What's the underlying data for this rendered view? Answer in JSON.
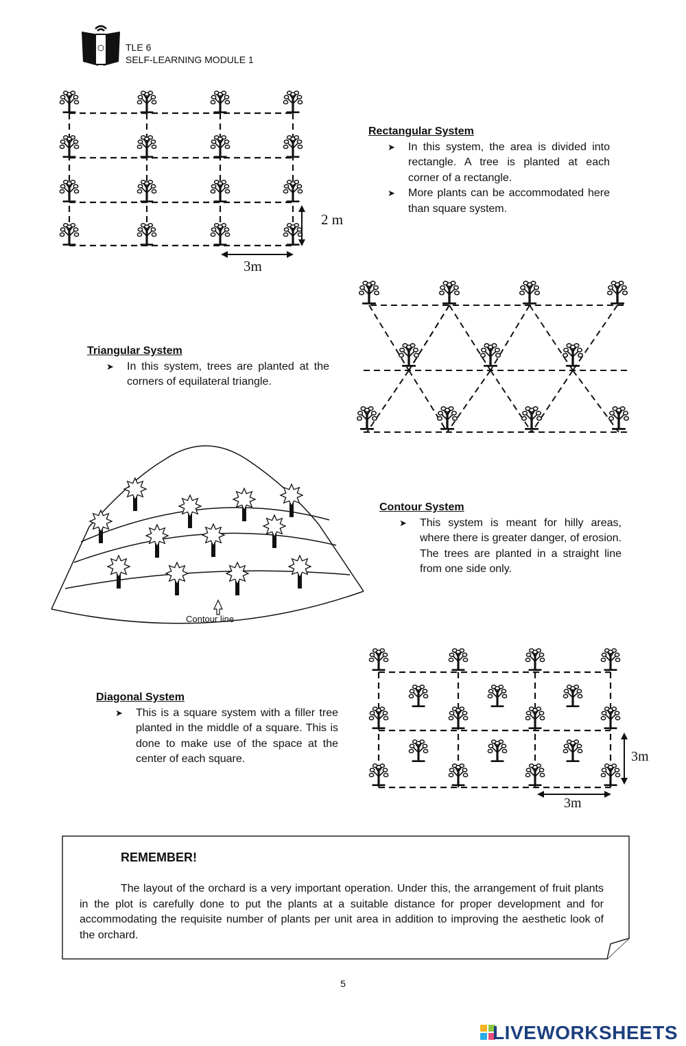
{
  "header": {
    "line1": "TLE 6",
    "line2": "SELF-LEARNING MODULE 1"
  },
  "rectangular": {
    "title": "Rectangular System",
    "bullets": [
      "In this system, the area is divided into rectangle. A tree is planted at each corner of a rectangle.",
      "More plants can be accommodated here than square system."
    ],
    "label_vertical": "2 m",
    "label_horizontal": "3m"
  },
  "triangular": {
    "title": "Triangular System",
    "bullets": [
      "In this system, trees are planted at the corners of equilateral triangle."
    ]
  },
  "contour": {
    "title": "Contour System",
    "bullets": [
      "This system is meant for hilly areas, where there is greater danger, of erosion. The trees are planted in a straight line from one side only."
    ],
    "label_line": "Contour line"
  },
  "diagonal": {
    "title": "Diagonal System",
    "bullets": [
      "This is a square system with a filler tree planted in the middle of a square. This is done to make use of the space at the center of each square."
    ],
    "label_vertical": "3m",
    "label_horizontal": "3m"
  },
  "remember": {
    "title": "REMEMBER!",
    "body": "The layout of the orchard is a very important operation. Under this, the arrangement of fruit plants in the plot is carefully done to put the plants at a suitable distance for proper development and for accommodating the requisite number of plants per unit area in addition to improving the aesthetic look of the orchard."
  },
  "footer": {
    "page_number": "5",
    "brand": "LIVEWORKSHEETS"
  },
  "icons": {
    "bullet": "arrowhead-bullet-icon",
    "logo": "book-tablet-logo-icon",
    "tree": "tree-icon"
  }
}
